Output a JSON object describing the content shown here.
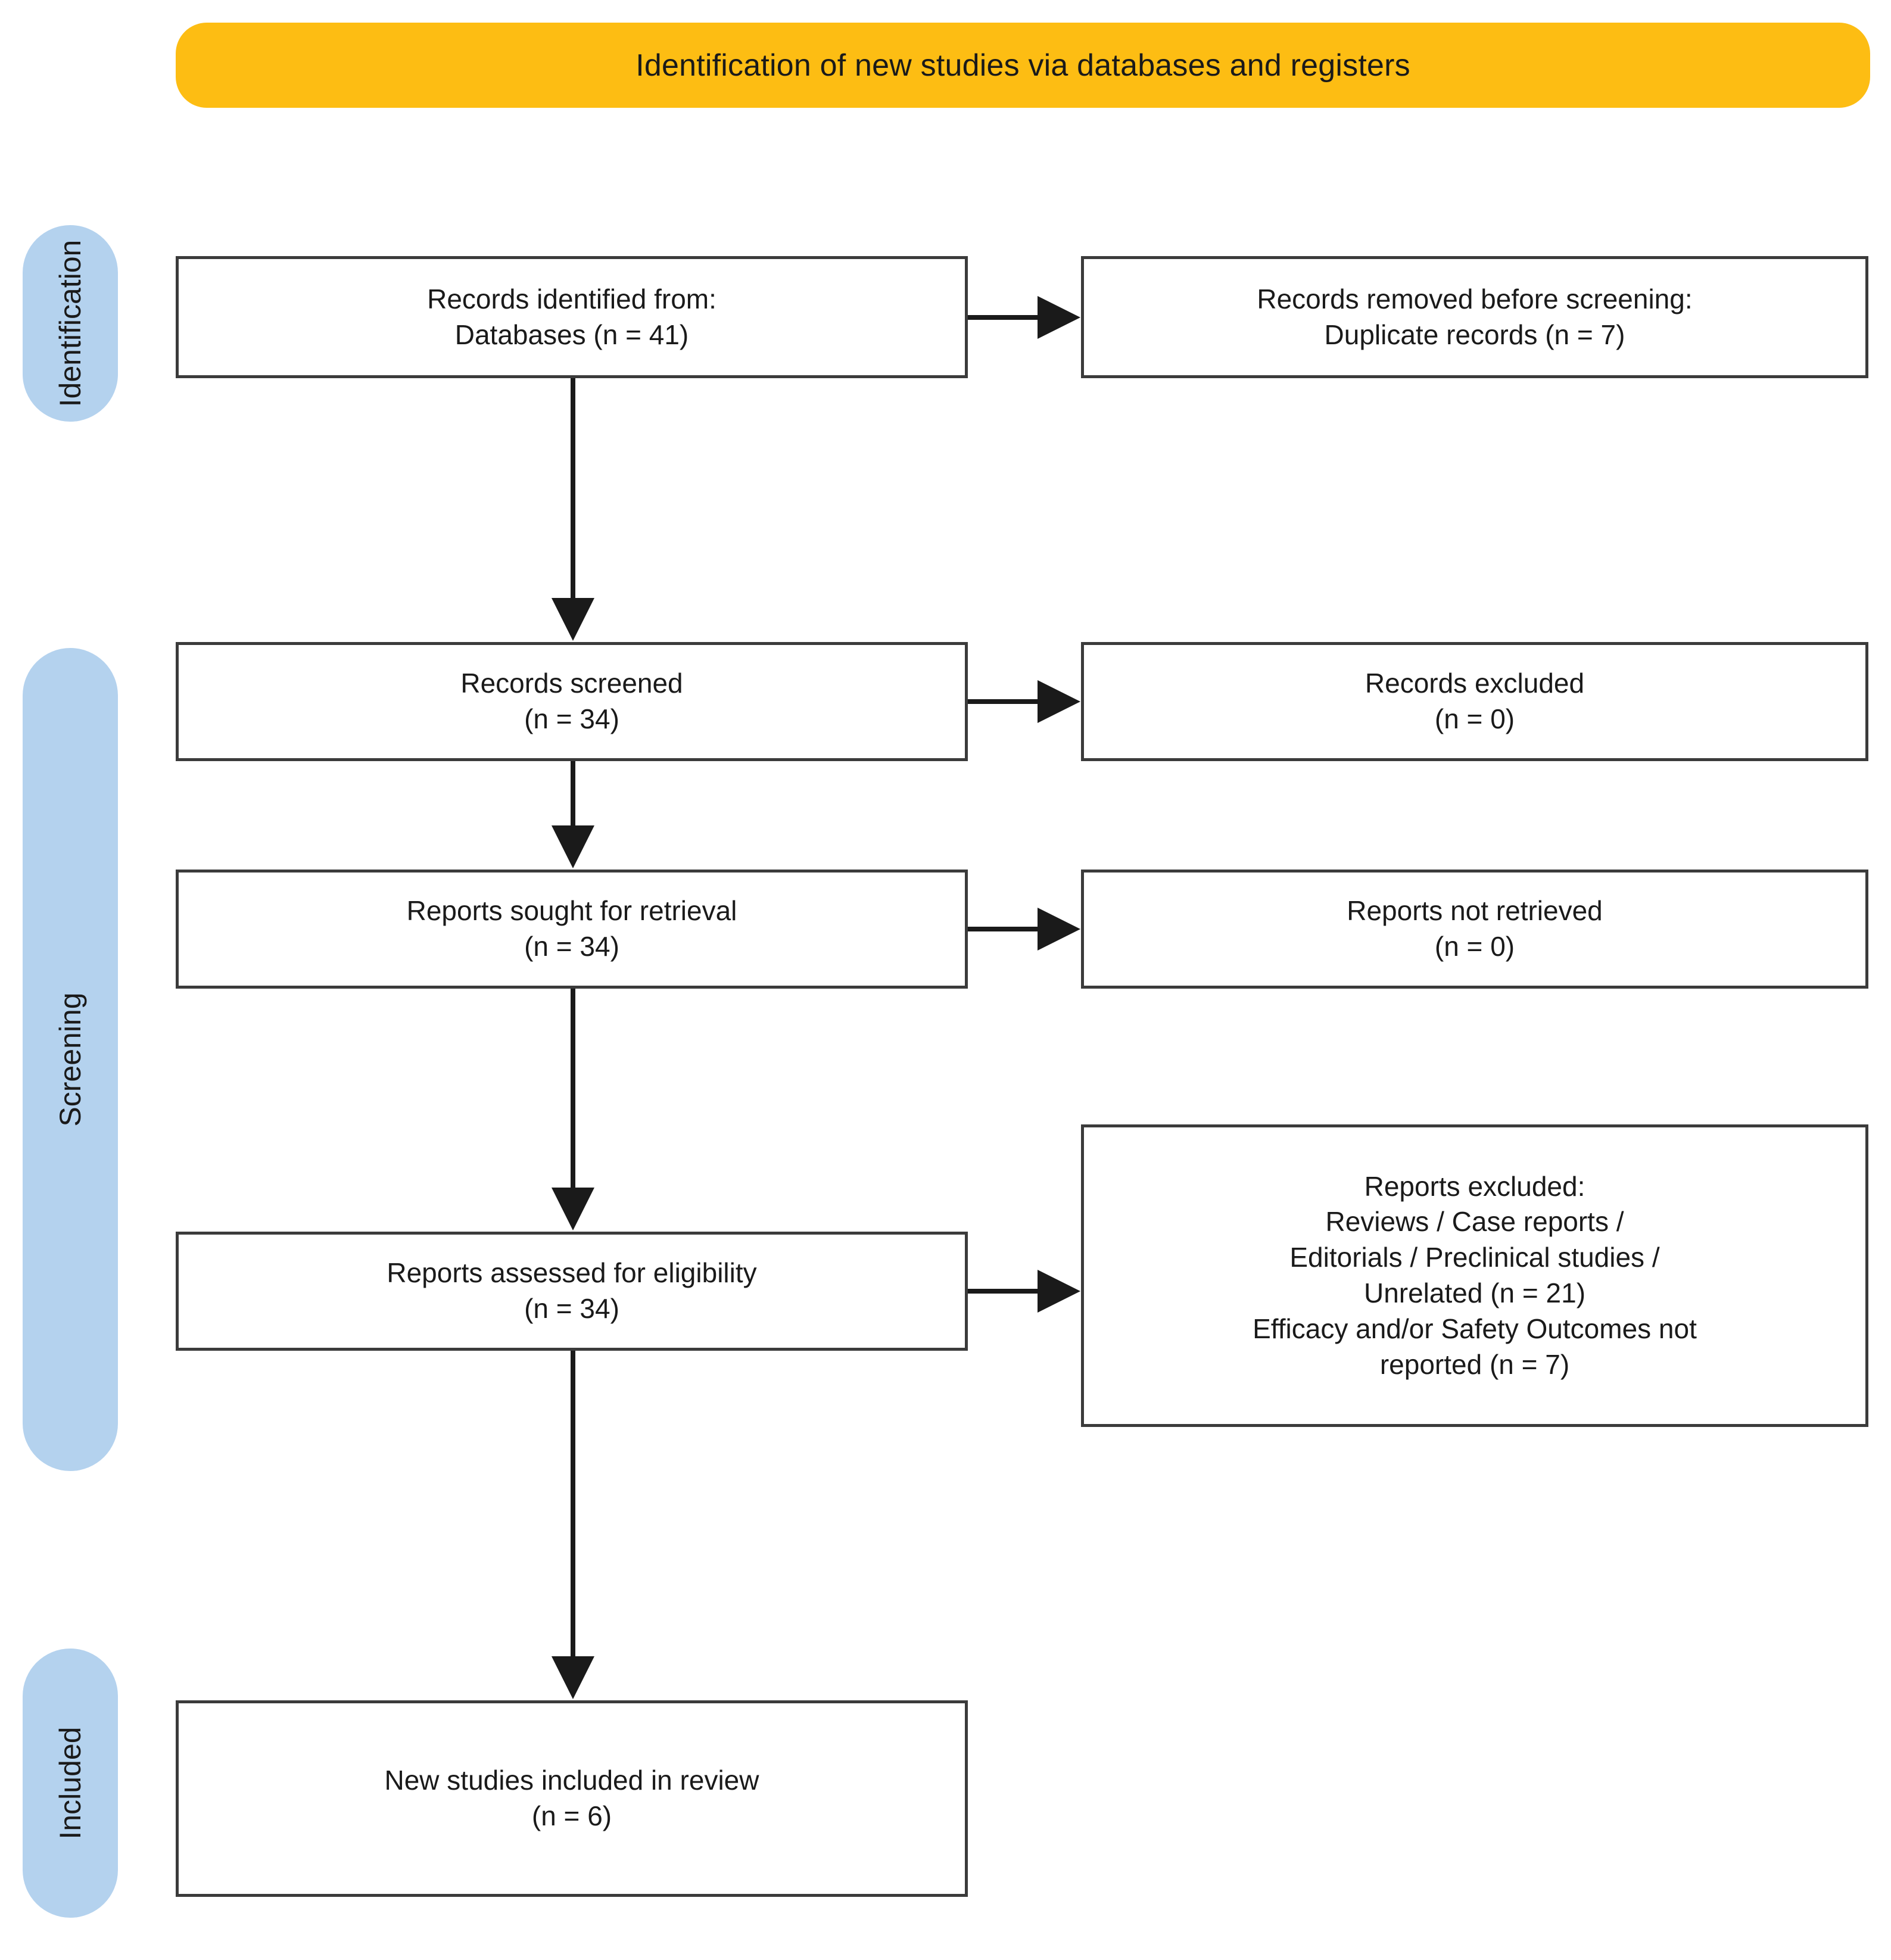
{
  "banner": {
    "title": "Identification of new studies via databases and registers",
    "color": "#FDBD13"
  },
  "stages": {
    "color": "#B4D2EE",
    "items": [
      {
        "id": "identification",
        "label": "Identification"
      },
      {
        "id": "screening",
        "label": "Screening"
      },
      {
        "id": "included",
        "label": "Included"
      }
    ]
  },
  "boxes": {
    "identified": {
      "line1": "Records identified from:",
      "line2": "Databases (n = 41)"
    },
    "removed": {
      "line1": "Records removed before screening:",
      "line2": "Duplicate records (n = 7)"
    },
    "screened": {
      "line1": "Records screened",
      "line2": "(n = 34)"
    },
    "excluded": {
      "line1": "Records excluded",
      "line2": "(n = 0)"
    },
    "sought": {
      "line1": "Reports sought for retrieval",
      "line2": "(n = 34)"
    },
    "not_retrieved": {
      "line1": "Reports not retrieved",
      "line2": "(n = 0)"
    },
    "assessed": {
      "line1": "Reports assessed for eligibility",
      "line2": "(n = 34)"
    },
    "reports_excluded": {
      "line1": "Reports excluded:",
      "line2": "Reviews / Case reports /",
      "line3": "Editorials / Preclinical studies /",
      "line4": "Unrelated (n = 21)",
      "line5": "Efficacy and/or Safety Outcomes not",
      "line6": "reported (n = 7)"
    },
    "included": {
      "line1": "New studies included in review",
      "line2": "(n = 6)"
    }
  },
  "counts": {
    "databases_identified": 41,
    "duplicates_removed": 7,
    "records_screened": 34,
    "records_excluded": 0,
    "reports_sought": 34,
    "reports_not_retrieved": 0,
    "reports_assessed": 34,
    "reports_excluded_unrelated": 21,
    "reports_excluded_outcomes": 7,
    "studies_included": 6
  },
  "arrows": {
    "stroke_color": "#1a1a1a",
    "items": [
      {
        "name": "identified-to-removed",
        "direction": "right"
      },
      {
        "name": "identified-to-screened",
        "direction": "down"
      },
      {
        "name": "screened-to-excluded",
        "direction": "right"
      },
      {
        "name": "screened-to-sought",
        "direction": "down"
      },
      {
        "name": "sought-to-notretrieved",
        "direction": "right"
      },
      {
        "name": "sought-to-assessed",
        "direction": "down"
      },
      {
        "name": "assessed-to-reportsexcluded",
        "direction": "right"
      },
      {
        "name": "assessed-to-included",
        "direction": "down"
      }
    ]
  }
}
